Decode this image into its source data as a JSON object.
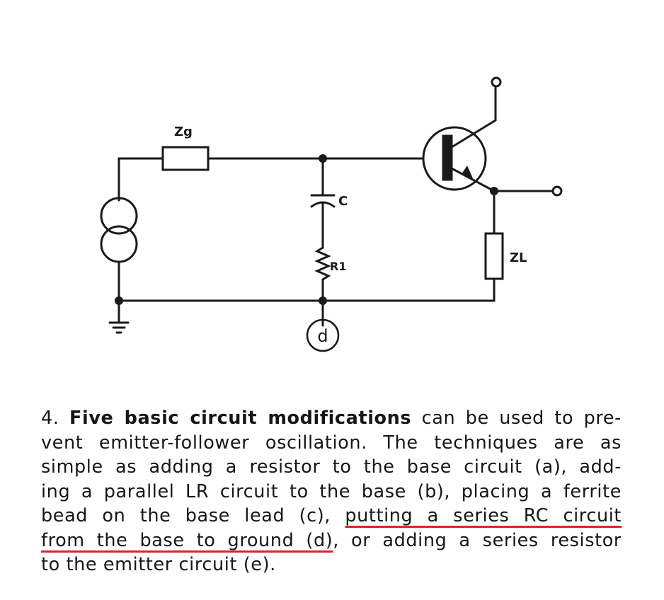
{
  "diagram": {
    "labels": {
      "source_impedance": "Zg",
      "capacitor": "C",
      "resistor": "R1",
      "load": "ZL",
      "node": "d"
    },
    "icons": [
      "ac-source-icon",
      "ground-icon",
      "transistor-icon"
    ],
    "colors": {
      "ink": "#1a1a1a",
      "highlight": "#e0202a"
    }
  },
  "caption": {
    "number": "4.",
    "bold": "Five basic circuit modifications",
    "line1_rest": " can be used to pre-",
    "line2": "vent emitter-follower oscillation. The techniques are as",
    "line3": "simple as adding a resistor to the base circuit (a), add-",
    "line4": "ing a parallel LR circuit to the base (b), placing a ferrite",
    "line5_pre": "bead on the base lead (c), ",
    "line5_hl": "putting a series RC circuit",
    "line6_hl": "from the base to ground (d)",
    "line6_rest": ", or adding a series resistor",
    "line7": "to the emitter circuit (e)."
  }
}
